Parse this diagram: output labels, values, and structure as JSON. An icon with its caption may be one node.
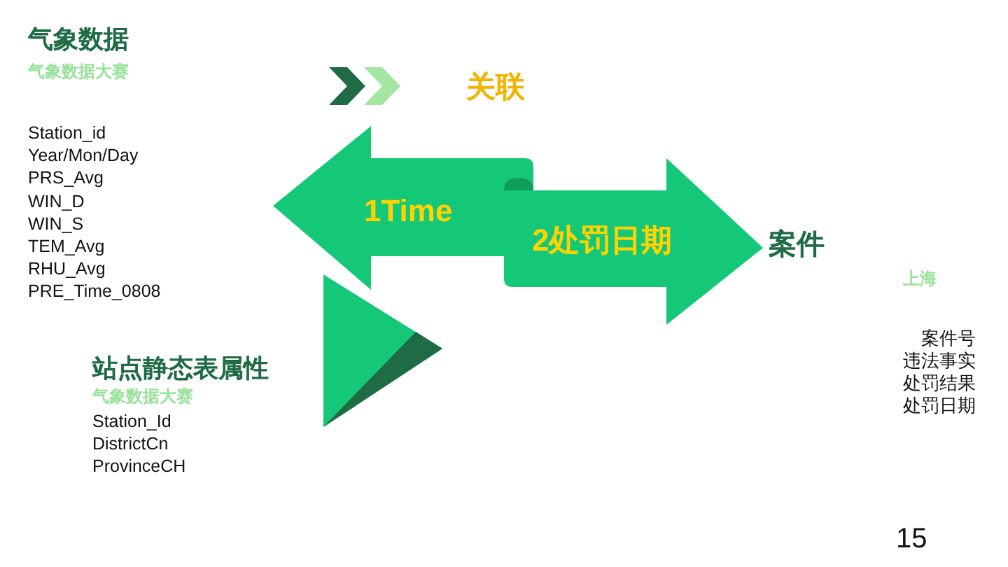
{
  "diagram": {
    "nodes": [
      {
        "text": [
          "1Time"
        ]
      },
      {
        "text": [
          "2处罚日期"
        ]
      }
    ],
    "labels": [
      "气象数据",
      "气象数据大赛",
      "Station_id",
      "Year/Mon/Day",
      "PRS_Avg",
      "WIN_D",
      "WIN_S",
      "TEM_Avg",
      "RHU_Avg",
      "PRE_Time_0808",
      "关联",
      "案件",
      "上海",
      "站点静态表属性",
      "气象数据大赛",
      "Station_Id",
      "DistrictCn",
      "ProvinceCH",
      "案件号",
      "违法事实",
      "处罚结果",
      "处罚日期",
      "15"
    ]
  }
}
